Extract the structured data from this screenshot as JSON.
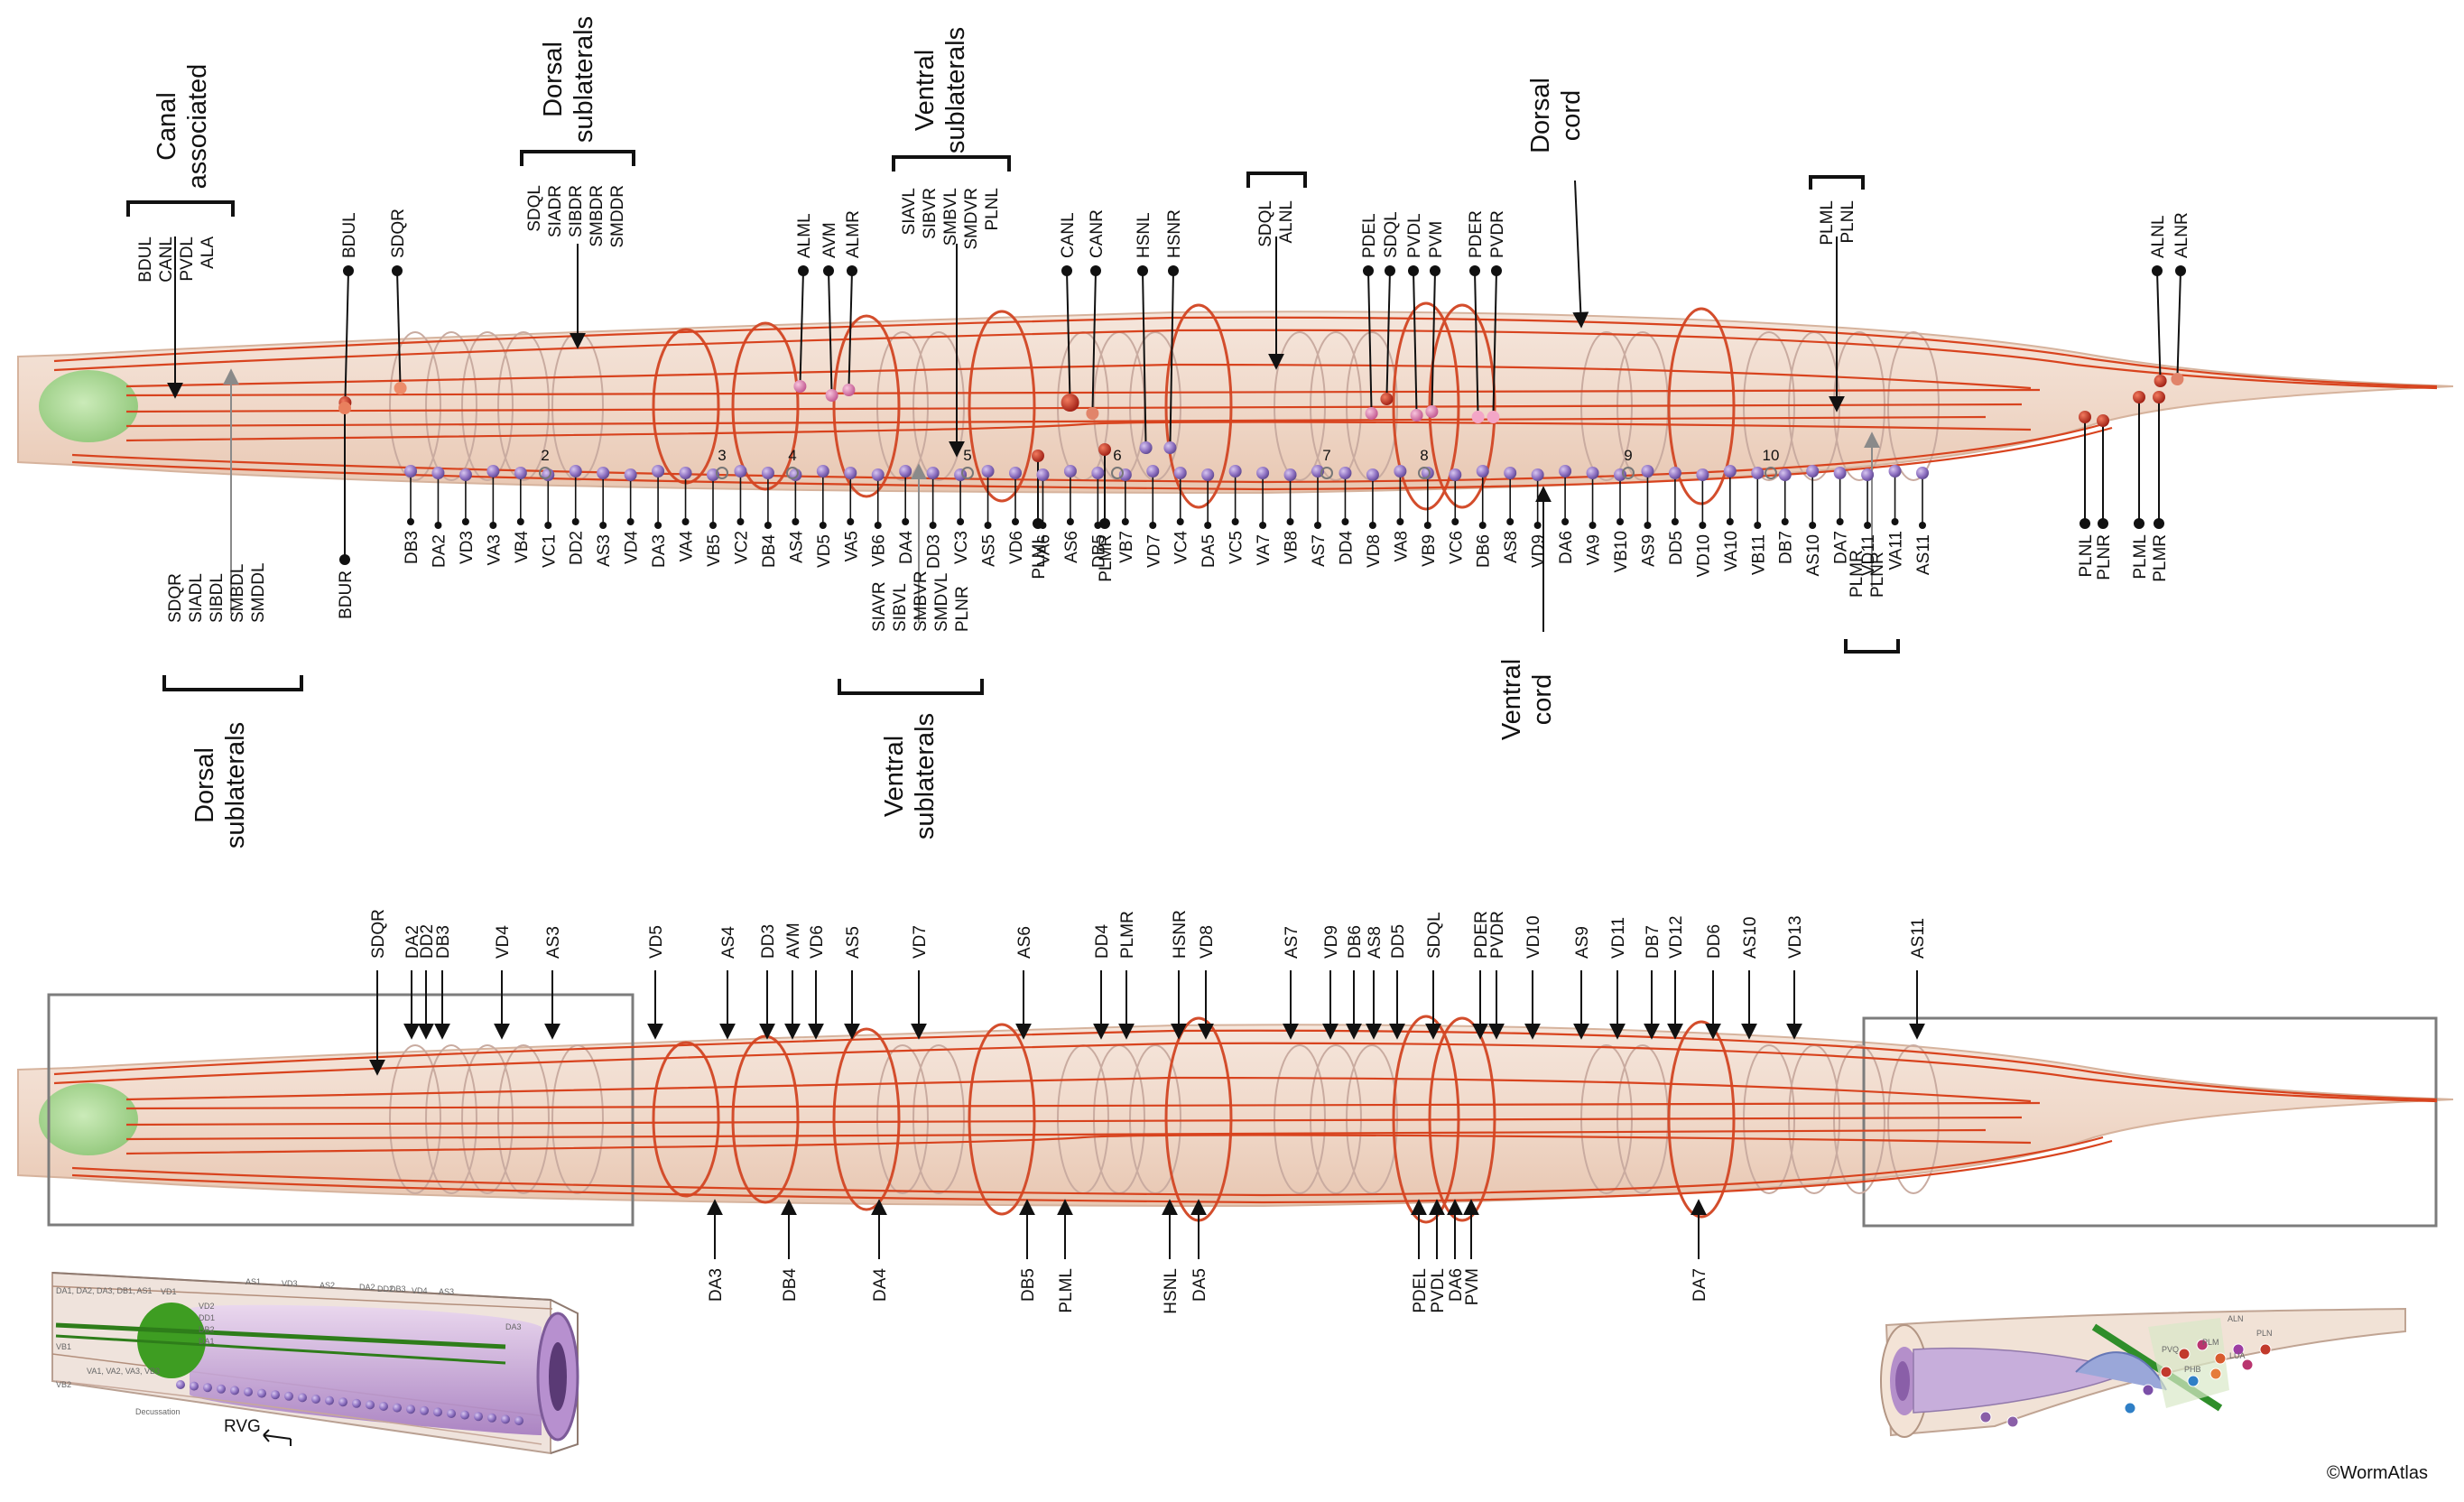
{
  "copyright": "©WormAtlas",
  "colors": {
    "body": "#f3ded0",
    "body_edge": "#d9b59f",
    "process": "#d8431e",
    "ring": "#d34d2c",
    "ring_faint": "#c9aba0",
    "neuron": "#8d6fc0",
    "pharynx": "#9fd48c",
    "arrow": "#111111",
    "grey_arrow": "#8a8a8a",
    "box": "#7c7c7c",
    "rvg_purple": "#c6a6d8",
    "nerve_ring_green": "#4ea92c"
  },
  "top_panel": {
    "group_top": [
      {
        "title": [
          "Canal",
          "associated"
        ],
        "names": [
          "BDUL",
          "CANL",
          "PVDL",
          "ALA"
        ]
      },
      {
        "title": [
          "Dorsal",
          "sublaterals"
        ],
        "names": [
          "SDQL",
          "SIADR",
          "SIBDR",
          "SMBDR",
          "SMDDR"
        ]
      },
      {
        "title": [
          "Ventral",
          "sublaterals"
        ],
        "names": [
          "SIAVL",
          "SIBVR",
          "SMBVL",
          "SMDVR",
          "PLNL"
        ]
      },
      {
        "title": [],
        "names": [
          "SDQL",
          "ALNL"
        ]
      },
      {
        "title": [],
        "names": [
          "PLML",
          "PLNL"
        ]
      }
    ],
    "group_bottom": [
      {
        "title": [
          "Dorsal",
          "sublaterals"
        ],
        "names": [
          "SDQR",
          "SIADL",
          "SIBDL",
          "SMBDL",
          "SMDDL"
        ]
      },
      {
        "title": [
          "Ventral",
          "sublaterals"
        ],
        "names": [
          "SIAVR",
          "SIBVL",
          "SMBVR",
          "SMDVL",
          "PLNR"
        ]
      },
      {
        "title": [],
        "names": [
          "PLMR",
          "PLNR"
        ]
      }
    ],
    "cord_labels": [
      {
        "lines": [
          "Dorsal",
          "cord"
        ]
      },
      {
        "lines": [
          "Ventral",
          "cord"
        ]
      }
    ],
    "top_neurons": [
      "BDUL",
      "SDQR",
      "ALML",
      "AVM",
      "ALMR",
      "CANL",
      "CANR",
      "HSNL",
      "HSNR",
      "PDEL",
      "SDQL",
      "PVDL",
      "PVM",
      "PDER",
      "PVDR",
      "ALNL",
      "ALNR"
    ],
    "bottom_misc": [
      "BDUR",
      "PLML",
      "PLMR",
      "PLNL",
      "PLNR",
      "PLML",
      "PLMR"
    ],
    "ventral_cord_neurons": [
      "DB3",
      "DA2",
      "VD3",
      "VA3",
      "VB4",
      "VC1",
      "DD2",
      "AS3",
      "VD4",
      "DA3",
      "VA4",
      "VB5",
      "VC2",
      "DB4",
      "AS4",
      "VD5",
      "VA5",
      "VB6",
      "DA4",
      "DD3",
      "VC3",
      "AS5",
      "VD6",
      "VA6",
      "AS6",
      "DB5",
      "VB7",
      "VD7",
      "VC4",
      "DA5",
      "VC5",
      "VA7",
      "VB8",
      "AS7",
      "DD4",
      "VD8",
      "VA8",
      "VB9",
      "VC6",
      "DB6",
      "AS8",
      "VD9",
      "DA6",
      "VA9",
      "VB10",
      "AS9",
      "DD5",
      "VD10",
      "VA10",
      "VB11",
      "DB7",
      "AS10",
      "DA7",
      "VD11",
      "VA11",
      "AS11"
    ],
    "landmark_numbers": [
      "2",
      "3",
      "4",
      "5",
      "6",
      "7",
      "8",
      "9",
      "10"
    ]
  },
  "middle_panel": {
    "top_labels": [
      "SDQR",
      "DA2",
      "DD2",
      "DB3",
      "VD4",
      "AS3",
      "VD5",
      "AS4",
      "DD3",
      "AVM",
      "VD6",
      "AS5",
      "VD7",
      "AS6",
      "DD4",
      "PLMR",
      "HSNR",
      "VD8",
      "AS7",
      "VD9",
      "DB6",
      "AS8",
      "DD5",
      "SDQL",
      "PDER",
      "PVDR",
      "VD10",
      "AS9",
      "VD11",
      "DB7",
      "VD12",
      "DD6",
      "AS10",
      "VD13",
      "AS11"
    ],
    "bottom_labels": [
      "DA3",
      "DB4",
      "DA4",
      "DB5",
      "PLML",
      "HSNL",
      "DA5",
      "PDEL",
      "PVDL",
      "DA6",
      "PVM",
      "DA7"
    ]
  },
  "insets": {
    "left": {
      "labels": [
        "DA1, DA2, DA3, DB1, AS1",
        "VD1",
        "VD2",
        "DD1",
        "DB2",
        "DA1",
        "AS1",
        "VD3",
        "AS2",
        "DA2",
        "DD2",
        "DB3",
        "VD4",
        "AS3",
        "DA3",
        "VB1",
        "VA1, VA2, VA3, VB3",
        "VB2",
        "Decussation",
        "RVG"
      ]
    },
    "right": {
      "labels": [
        "ALN",
        "PLN",
        "PLM",
        "PVQ",
        "PHB",
        "LUA"
      ]
    }
  }
}
